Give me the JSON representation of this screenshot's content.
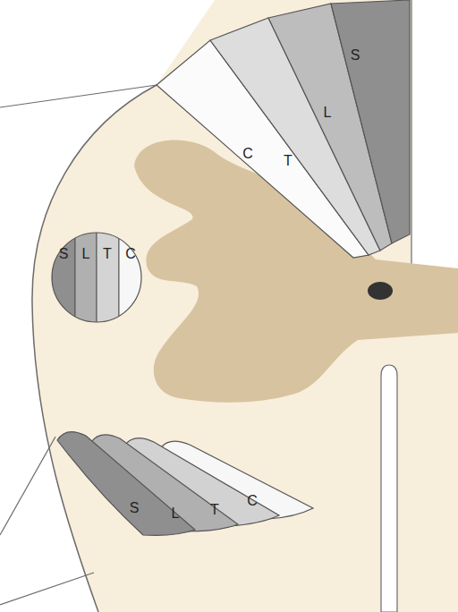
{
  "diagram": {
    "labels": [
      "C",
      "T",
      "L",
      "S",
      "S",
      "L",
      "T",
      "C",
      "S",
      "L",
      "T",
      "C"
    ]
  }
}
